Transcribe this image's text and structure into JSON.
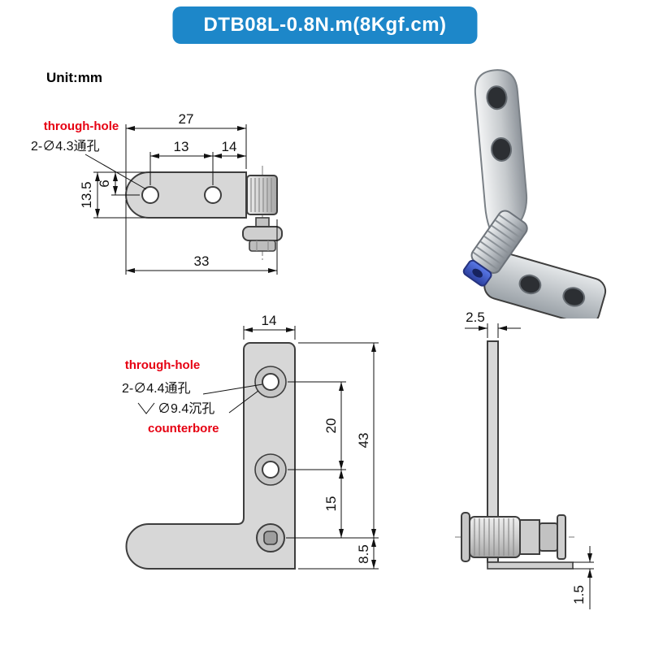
{
  "banner": {
    "title": "DTB08L-0.8N.m(8Kgf.cm)",
    "bg_color": "#1d87c9",
    "text_color": "#ffffff"
  },
  "unit_label": "Unit:mm",
  "accent_red": "#e60012",
  "top_view": {
    "dim_overall_top": "27",
    "dim_hole_spacing": "13",
    "dim_hole_to_end": "14",
    "dim_edge_to_hole": "6",
    "dim_plate_depth": "13.5",
    "dim_overall_length": "33",
    "label_through_hole": "through-hole",
    "spec_through_hole": "2-∅4.3通孔"
  },
  "front_view": {
    "dim_plate_width": "14",
    "dim_hole_spacing": "20",
    "dim_hole_to_pivot": "15",
    "dim_height": "43",
    "dim_pivot_to_bottom": "8.5",
    "label_through_hole": "through-hole",
    "spec_through_hole": "2-∅4.4通孔",
    "spec_counterbore": "∅9.4沉孔",
    "label_counterbore": "counterbore"
  },
  "side_view": {
    "dim_plate_thickness": "2.5",
    "dim_foot_thickness": "1.5"
  }
}
